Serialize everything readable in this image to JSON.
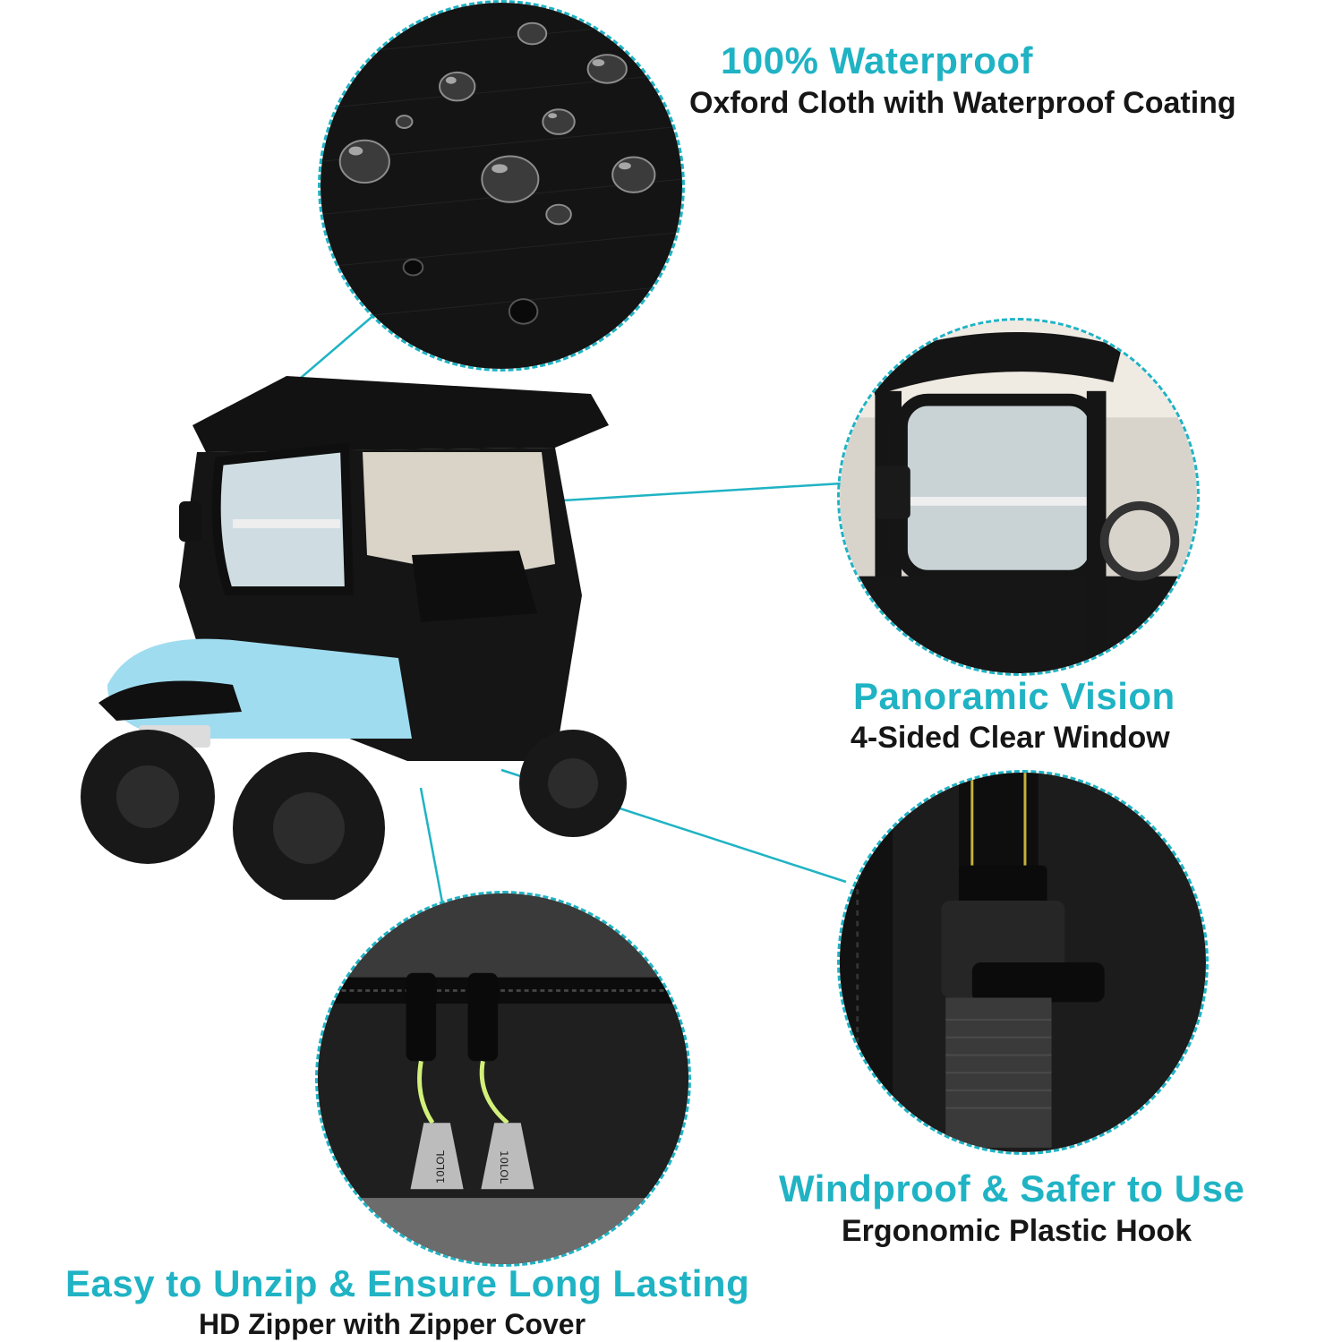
{
  "features": {
    "waterproof": {
      "title": "100% Waterproof",
      "subtitle": "Oxford Cloth with Waterproof Coating"
    },
    "vision": {
      "title": "Panoramic Vision",
      "subtitle": "4-Sided Clear Window"
    },
    "windproof": {
      "title": "Windproof & Safer to Use",
      "subtitle": "Ergonomic Plastic Hook"
    },
    "zipper": {
      "title": "Easy to Unzip & Ensure Long Lasting",
      "subtitle": "HD Zipper with Zipper Cover"
    }
  },
  "zipper_tag_text": "10LOL",
  "colors": {
    "accent": "#1fb3c4",
    "text": "#161616",
    "fabric": "#111111",
    "cart_body": "#9fdcf0"
  },
  "icons": [
    "water-drops-closeup-icon",
    "golf-cart-enclosure-icon",
    "window-closeup-icon",
    "plastic-hook-closeup-icon",
    "zipper-closeup-icon"
  ]
}
